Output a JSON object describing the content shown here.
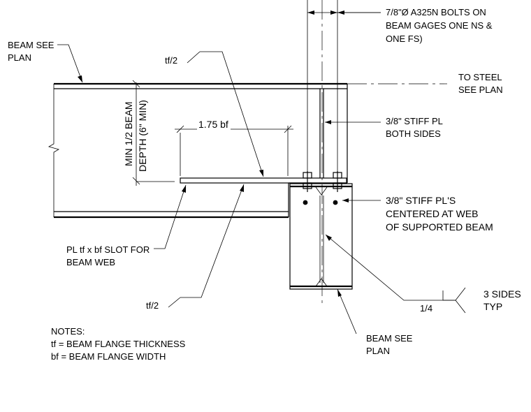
{
  "labels": {
    "bolts_line1": "7/8\"Ø A325N BOLTS ON",
    "bolts_line2": "BEAM GAGES ONE NS &",
    "bolts_line3": "ONE FS)",
    "beam_see_plan_top_1": "BEAM SEE",
    "beam_see_plan_top_2": "PLAN",
    "tf2_top": "tf/2",
    "to_steel_1": "TO STEEL",
    "to_steel_2": "SEE PLAN",
    "dim_175": "1.75 bf",
    "min_half_beam_1": "MIN 1/2 BEAM",
    "min_half_beam_2": "DEPTH (6\" MIN)",
    "stiff_both_1": "3/8\" STIFF PL",
    "stiff_both_2": "BOTH SIDES",
    "stiff_centered_1": "3/8\" STIFF PL'S",
    "stiff_centered_2": "CENTERED AT WEB",
    "stiff_centered_3": "OF SUPPORTED BEAM",
    "pl_slot_1": "PL tf x bf SLOT FOR",
    "pl_slot_2": "BEAM WEB",
    "tf2_bottom": "tf/2",
    "weld_size": "1/4",
    "weld_sides_1": "3 SIDES",
    "weld_sides_2": "TYP",
    "beam_see_plan_bot_1": "BEAM SEE",
    "beam_see_plan_bot_2": "PLAN",
    "notes_title": "NOTES:",
    "notes_1": "tf = BEAM FLANGE THICKNESS",
    "notes_2": "bf = BEAM FLANGE WIDTH"
  }
}
